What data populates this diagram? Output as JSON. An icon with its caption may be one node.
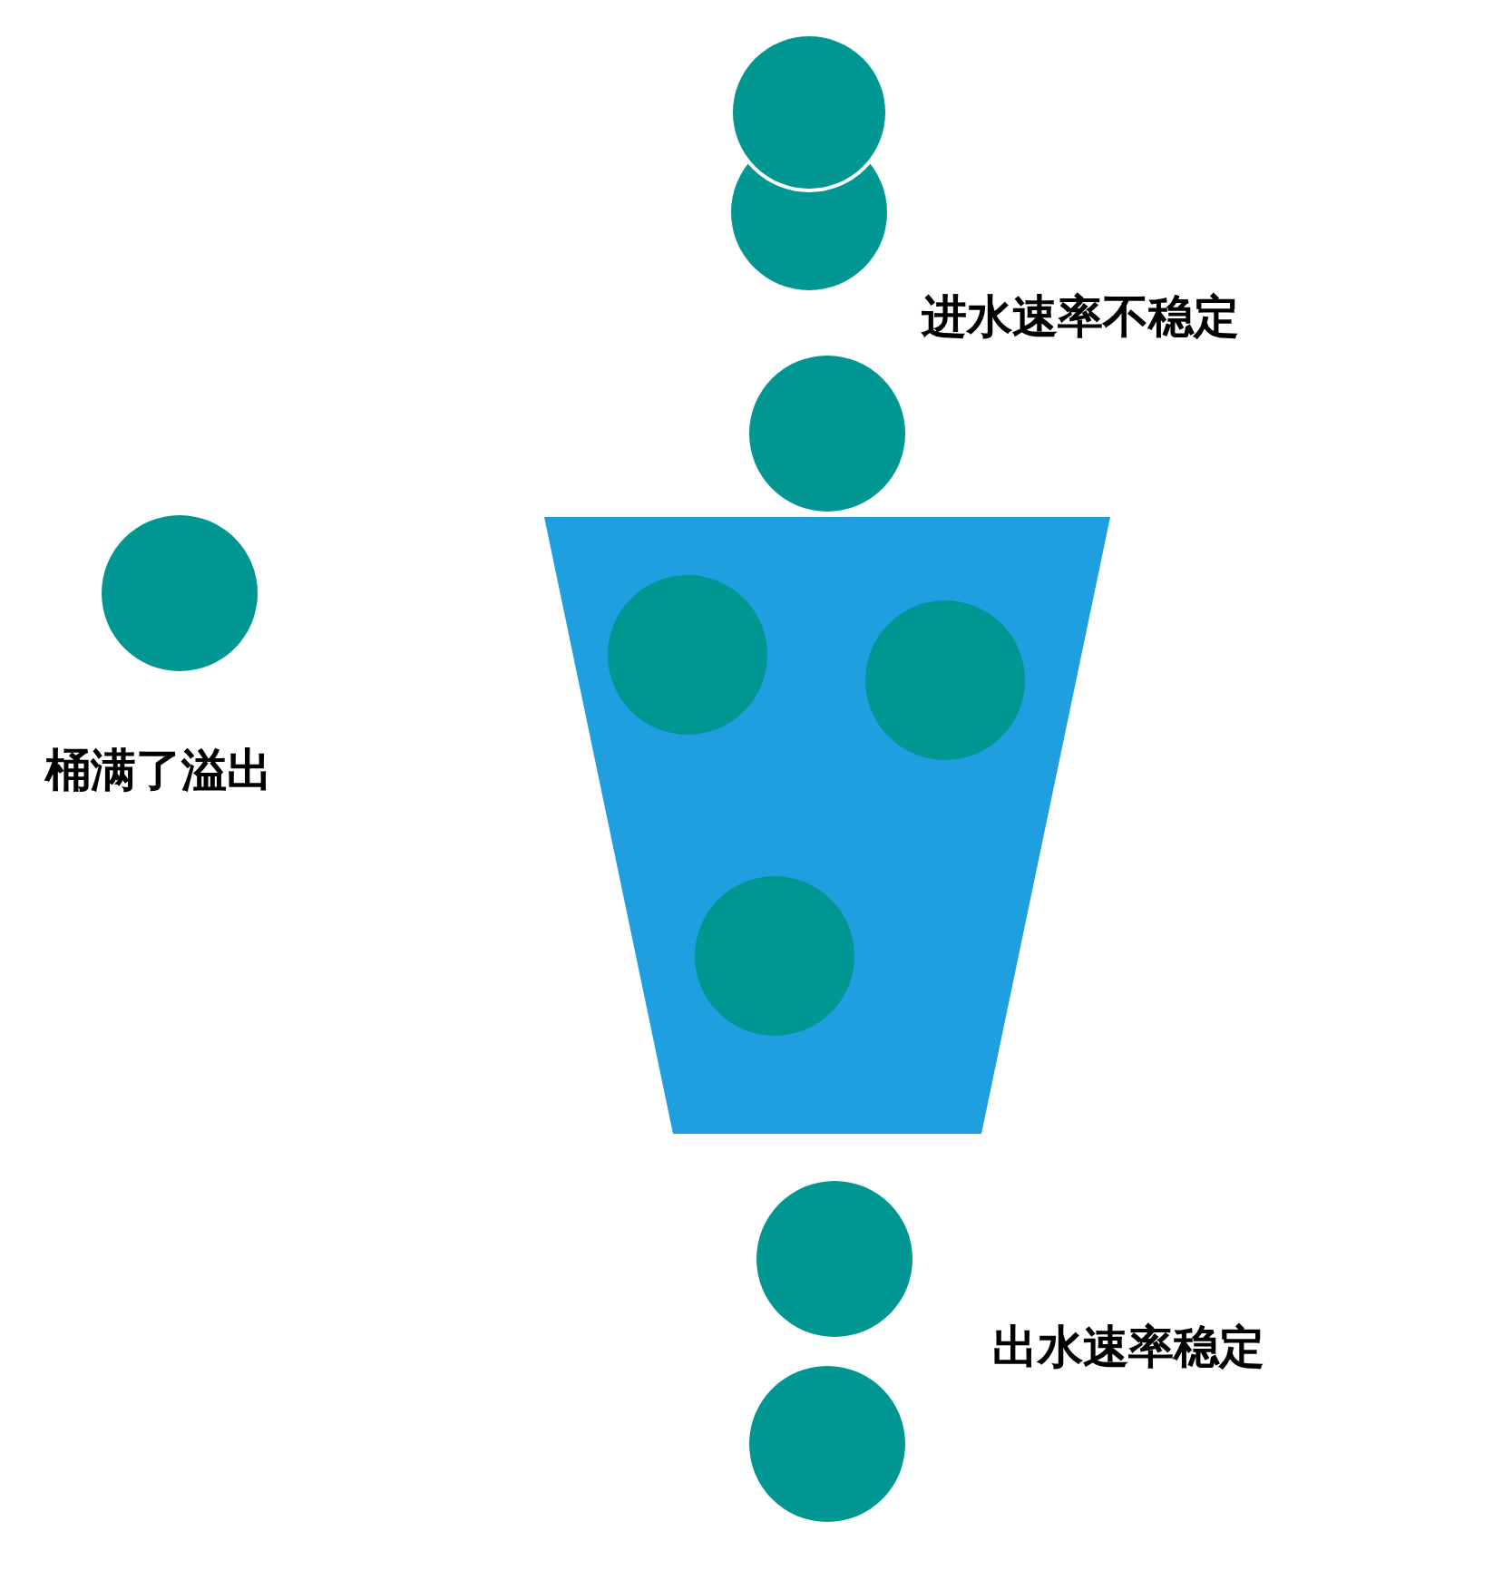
{
  "diagram": {
    "labels": [
      "进水速率不稳定",
      "桶满了溢出",
      "出水速率稳定"
    ]
  }
}
